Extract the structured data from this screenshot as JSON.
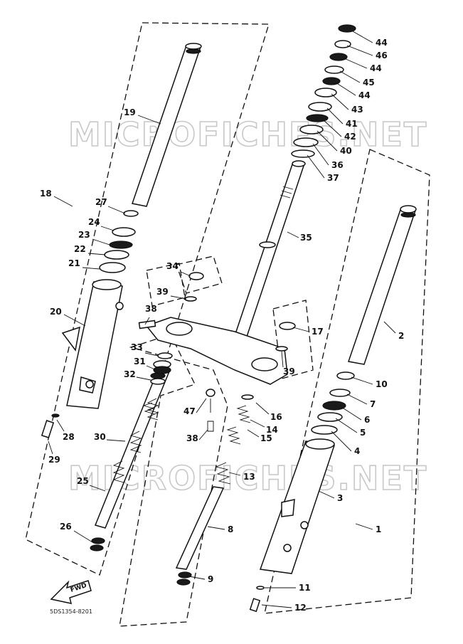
{
  "diagram": {
    "watermark": "MICROFICHES.NET",
    "drawing_code": "5DS1354-8201",
    "fwd_label": "FWD",
    "callouts": [
      {
        "id": "44a",
        "label": "44"
      },
      {
        "id": "46",
        "label": "46"
      },
      {
        "id": "44b",
        "label": "44"
      },
      {
        "id": "45",
        "label": "45"
      },
      {
        "id": "44c",
        "label": "44"
      },
      {
        "id": "43",
        "label": "43"
      },
      {
        "id": "41",
        "label": "41"
      },
      {
        "id": "42",
        "label": "42"
      },
      {
        "id": "40",
        "label": "40"
      },
      {
        "id": "36",
        "label": "36"
      },
      {
        "id": "37",
        "label": "37"
      },
      {
        "id": "35",
        "label": "35"
      },
      {
        "id": "19",
        "label": "19"
      },
      {
        "id": "18",
        "label": "18"
      },
      {
        "id": "27",
        "label": "27"
      },
      {
        "id": "24",
        "label": "24"
      },
      {
        "id": "23",
        "label": "23"
      },
      {
        "id": "22",
        "label": "22"
      },
      {
        "id": "21",
        "label": "21"
      },
      {
        "id": "20",
        "label": "20"
      },
      {
        "id": "34",
        "label": "34"
      },
      {
        "id": "39a",
        "label": "39"
      },
      {
        "id": "38a",
        "label": "38"
      },
      {
        "id": "33",
        "label": "33"
      },
      {
        "id": "31",
        "label": "31"
      },
      {
        "id": "32",
        "label": "32"
      },
      {
        "id": "17",
        "label": "17"
      },
      {
        "id": "39b",
        "label": "39"
      },
      {
        "id": "2",
        "label": "2"
      },
      {
        "id": "10",
        "label": "10"
      },
      {
        "id": "7",
        "label": "7"
      },
      {
        "id": "6",
        "label": "6"
      },
      {
        "id": "5",
        "label": "5"
      },
      {
        "id": "4",
        "label": "4"
      },
      {
        "id": "47",
        "label": "47"
      },
      {
        "id": "16",
        "label": "16"
      },
      {
        "id": "14",
        "label": "14"
      },
      {
        "id": "15",
        "label": "15"
      },
      {
        "id": "38b",
        "label": "38"
      },
      {
        "id": "28",
        "label": "28"
      },
      {
        "id": "29",
        "label": "29"
      },
      {
        "id": "30",
        "label": "30"
      },
      {
        "id": "13",
        "label": "13"
      },
      {
        "id": "25",
        "label": "25"
      },
      {
        "id": "3",
        "label": "3"
      },
      {
        "id": "8",
        "label": "8"
      },
      {
        "id": "1",
        "label": "1"
      },
      {
        "id": "26",
        "label": "26"
      },
      {
        "id": "9",
        "label": "9"
      },
      {
        "id": "11",
        "label": "11"
      },
      {
        "id": "12",
        "label": "12"
      }
    ]
  }
}
